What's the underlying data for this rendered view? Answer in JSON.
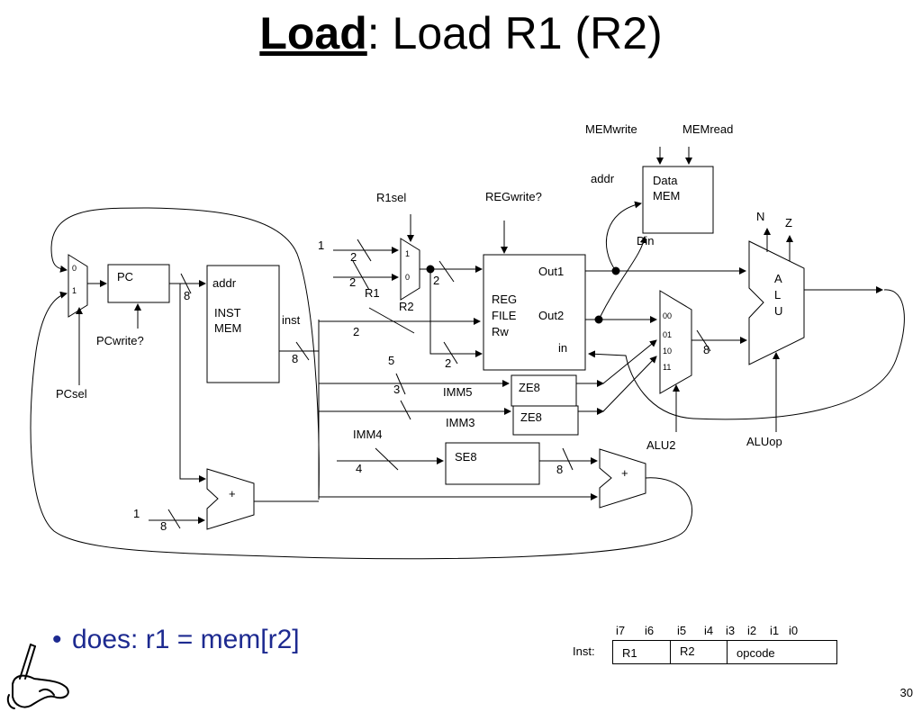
{
  "title": {
    "keyword": "Load",
    "rest": ": Load R1 (R2)"
  },
  "signals": {
    "memwrite": "MEMwrite",
    "memread": "MEMread",
    "addr_top": "addr",
    "r1sel": "R1sel",
    "regwrite": "REGwrite?",
    "n": "N",
    "z": "Z",
    "din": "Din",
    "pcwrite": "PCwrite?",
    "pcsel": "PCsel",
    "alu2": "ALU2",
    "aluop": "ALUop"
  },
  "blocks": {
    "pc": "PC",
    "inst_mem": [
      "addr",
      "INST",
      "MEM"
    ],
    "inst_out": "inst",
    "data_mem": [
      "Data",
      "MEM"
    ],
    "reg_file": [
      "REG",
      "FILE",
      "Rw"
    ],
    "reg_ports": {
      "out1": "Out1",
      "out2": "Out2",
      "in": "in"
    },
    "alu": [
      "A",
      "L",
      "U"
    ],
    "ze8_a": "ZE8",
    "ze8_b": "ZE8",
    "se8": "SE8",
    "imm5": "IMM5",
    "imm3": "IMM3",
    "imm4": "IMM4",
    "adder_pc": "+",
    "adder_branch": "+"
  },
  "mux_labels": {
    "pc_mux": [
      "0",
      "1"
    ],
    "r1_mux": [
      "1",
      "0"
    ],
    "alu_mux": [
      "00",
      "01",
      "10",
      "11"
    ]
  },
  "wires": {
    "one_r1mux": "1",
    "two_a": "2",
    "two_b": "2",
    "r1": "R1",
    "two_c": "2",
    "r2": "R2",
    "eight_inst": "8",
    "two_d": "2",
    "eight_imem": "8",
    "five": "5",
    "two_e": "2",
    "three": "3",
    "four": "4",
    "eight_se8": "8",
    "eight_pc": "8",
    "one_pc": "1",
    "eight_pcadd": "8",
    "eight_alu": "8"
  },
  "bullet": "does: r1 = mem[r2]",
  "instruction": {
    "label": "Inst:",
    "bits": [
      "i7",
      "i6",
      "i5",
      "i4",
      "i3",
      "i2",
      "i1",
      "i0"
    ],
    "fields": [
      "R1",
      "R2",
      "opcode"
    ]
  },
  "page_number": "30"
}
